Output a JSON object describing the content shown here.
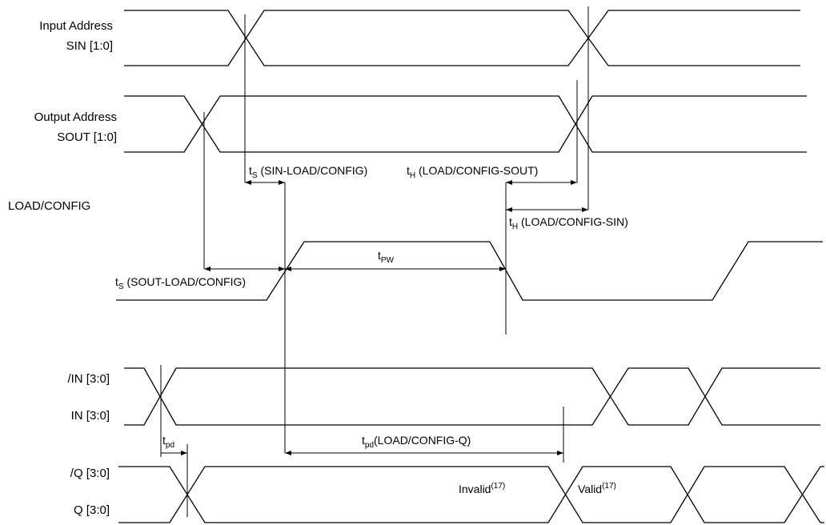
{
  "signals": {
    "sin_line1": "Input Address",
    "sin_line2": "SIN [1:0]",
    "sout_line1": "Output Address",
    "sout_line2": "SOUT [1:0]",
    "load": "LOAD/CONFIG",
    "in_bar": "/IN [3:0]",
    "in": "IN [3:0]",
    "q_bar": "/Q [3:0]",
    "q": "Q [3:0]"
  },
  "timing": {
    "t": "t",
    "s_sub": "S",
    "h_sub": "H",
    "pw_sub": "PW",
    "pd_sub": "pd",
    "ts_sin": " (SIN-LOAD/CONFIG)",
    "th_sout": " (LOAD/CONFIG-SOUT)",
    "th_sin": " (LOAD/CONFIG-SIN)",
    "ts_sout": " (SOUT-LOAD/CONFIG)",
    "tpd_q": "(LOAD/CONFIG-Q)"
  },
  "notes": {
    "invalid": "Invalid",
    "valid": "Valid",
    "ref": "(17)"
  }
}
